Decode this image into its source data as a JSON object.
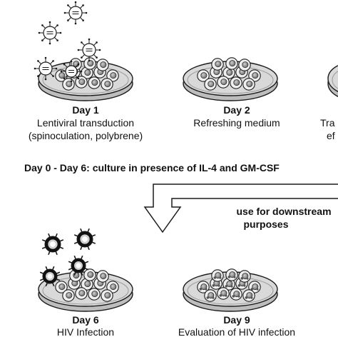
{
  "steps": [
    {
      "day": "Day 1",
      "line1": "Lentiviral transduction",
      "line2": "(spinoculation, polybrene)"
    },
    {
      "day": "Day 2",
      "line1": "Refreshing medium"
    },
    {
      "day": "",
      "line1": "Tra",
      "line2": "ef"
    },
    {
      "day": "Day 6",
      "line1": "HIV Infection"
    },
    {
      "day": "Day 9",
      "line1": "Evaluation of HIV infection"
    }
  ],
  "culture_note": "Day 0 - Day 6: culture in presence of IL-4 and GM-CSF",
  "arrow_note": {
    "line1": "use for downstream",
    "line2": "purposes"
  },
  "colors": {
    "stroke": "#1a1a1a",
    "dish_fill": "#d9d9d9",
    "cell_fill": "#efefef",
    "nucleus_fill": "#8c8c8c"
  }
}
